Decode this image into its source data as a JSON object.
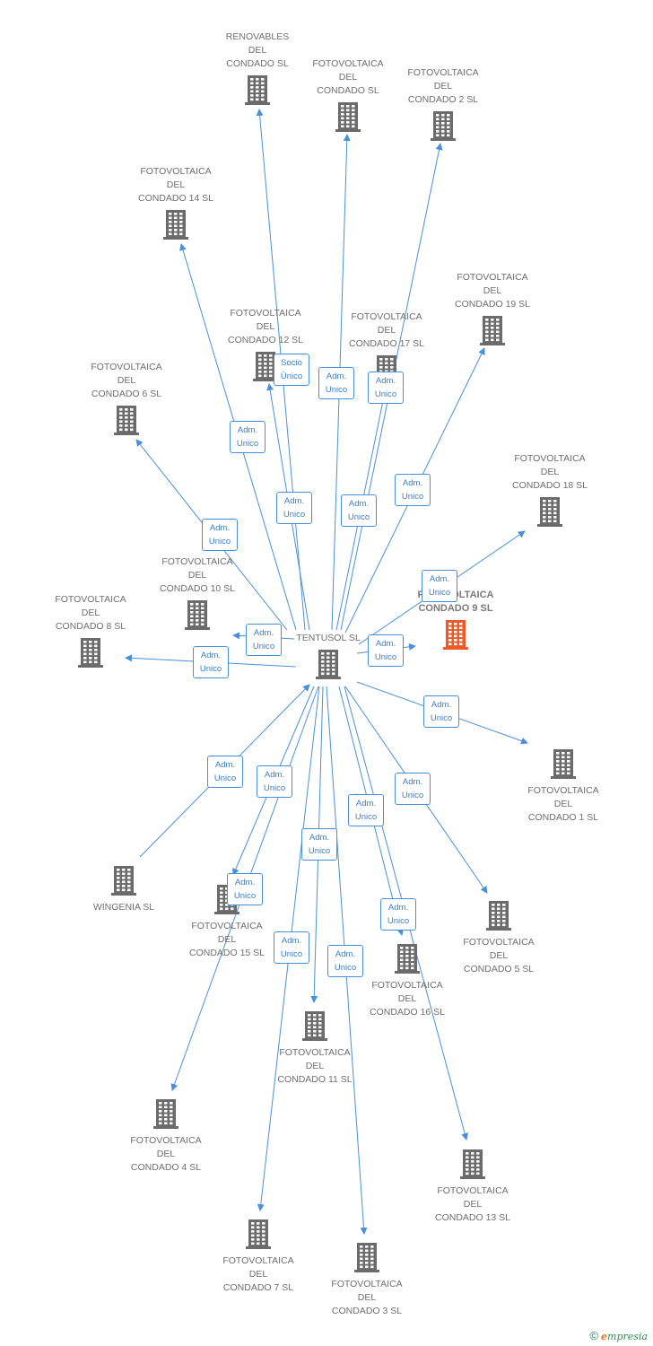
{
  "colors": {
    "edge": "#4a90d9",
    "node_icon": "#6b6b6b",
    "highlight_icon": "#f05a28",
    "label_border": "#4a90d9",
    "label_text": "#3c7fc8"
  },
  "center": {
    "id": "tentusol",
    "label": "TENTUSOL SL"
  },
  "nodes": [
    {
      "id": "renovables",
      "label": "RENOVABLES\nDEL\nCONDADO SL"
    },
    {
      "id": "fv",
      "label": "FOTOVOLTAICA\nDEL\nCONDADO SL"
    },
    {
      "id": "fv2",
      "label": "FOTOVOLTAICA\nDEL\nCONDADO 2 SL"
    },
    {
      "id": "fv14",
      "label": "FOTOVOLTAICA\nDEL\nCONDADO 14 SL"
    },
    {
      "id": "fv19",
      "label": "FOTOVOLTAICA\nDEL\nCONDADO 19 SL"
    },
    {
      "id": "fv12",
      "label": "FOTOVOLTAICA\nDEL\nCONDADO 12 SL"
    },
    {
      "id": "fv17",
      "label": "FOTOVOLTAICA\nDEL\nCONDADO 17 SL"
    },
    {
      "id": "fv6",
      "label": "FOTOVOLTAICA\nDEL\nCONDADO 6 SL"
    },
    {
      "id": "fv18",
      "label": "FOTOVOLTAICA\nDEL\nCONDADO 18 SL"
    },
    {
      "id": "fv10",
      "label": "FOTOVOLTAICA\nDEL\nCONDADO 10 SL"
    },
    {
      "id": "fv9",
      "label": "FOTOVOLTAICA\nCONDADO 9 SL",
      "highlight": true
    },
    {
      "id": "fv8",
      "label": "FOTOVOLTAICA\nDEL\nCONDADO 8 SL"
    },
    {
      "id": "fv1",
      "label": "FOTOVOLTAICA\nDEL\nCONDADO 1 SL"
    },
    {
      "id": "wingenia",
      "label": "WINGENIA SL"
    },
    {
      "id": "fv15",
      "label": "FOTOVOLTAICA\nDEL\nCONDADO 15 SL"
    },
    {
      "id": "fv5",
      "label": "FOTOVOLTAICA\nDEL\nCONDADO 5 SL"
    },
    {
      "id": "fv16",
      "label": "FOTOVOLTAICA\nDEL\nCONDADO 16 SL"
    },
    {
      "id": "fv11",
      "label": "FOTOVOLTAICA\nDEL\nCONDADO 11 SL"
    },
    {
      "id": "fv4",
      "label": "FOTOVOLTAICA\nDEL\nCONDADO 4 SL"
    },
    {
      "id": "fv13",
      "label": "FOTOVOLTAICA\nDEL\nCONDADO 13 SL"
    },
    {
      "id": "fv7",
      "label": "FOTOVOLTAICA\nDEL\nCONDADO 7 SL"
    },
    {
      "id": "fv3",
      "label": "FOTOVOLTAICA\nDEL\nCONDADO 3 SL"
    }
  ],
  "edges": [
    {
      "from": "tentusol",
      "to": "renovables",
      "label": "Socio\nÚnico"
    },
    {
      "from": "tentusol",
      "to": "fv",
      "label": "Adm.\nUnico"
    },
    {
      "from": "tentusol",
      "to": "fv2",
      "label": "Adm.\nUnico"
    },
    {
      "from": "tentusol",
      "to": "fv14",
      "label": "Adm.\nUnico"
    },
    {
      "from": "tentusol",
      "to": "fv19",
      "label": "Adm.\nUnico"
    },
    {
      "from": "tentusol",
      "to": "fv12",
      "label": "Adm.\nUnico"
    },
    {
      "from": "tentusol",
      "to": "fv17",
      "label": "Adm.\nUnico"
    },
    {
      "from": "tentusol",
      "to": "fv6",
      "label": "Adm.\nUnico"
    },
    {
      "from": "tentusol",
      "to": "fv18",
      "label": "Adm.\nUnico"
    },
    {
      "from": "tentusol",
      "to": "fv10",
      "label": "Adm.\nUnico"
    },
    {
      "from": "tentusol",
      "to": "fv9",
      "label": "Adm.\nUnico"
    },
    {
      "from": "tentusol",
      "to": "fv8",
      "label": "Adm.\nUnico"
    },
    {
      "from": "tentusol",
      "to": "fv1",
      "label": "Adm.\nUnico"
    },
    {
      "from": "wingenia",
      "to": "tentusol",
      "label": "Adm.\nUnico"
    },
    {
      "from": "tentusol",
      "to": "fv15",
      "label": "Adm.\nUnico"
    },
    {
      "from": "tentusol",
      "to": "fv5",
      "label": "Adm.\nUnico"
    },
    {
      "from": "tentusol",
      "to": "fv16",
      "label": "Adm.\nUnico"
    },
    {
      "from": "tentusol",
      "to": "fv11",
      "label": "Adm.\nUnico"
    },
    {
      "from": "tentusol",
      "to": "fv4",
      "label": "Adm.\nUnico"
    },
    {
      "from": "tentusol",
      "to": "fv13",
      "label": "Adm.\nUnico"
    },
    {
      "from": "tentusol",
      "to": "fv7",
      "label": "Adm.\nUnico"
    },
    {
      "from": "tentusol",
      "to": "fv3",
      "label": "Adm.\nUnico"
    }
  ],
  "footer": {
    "copyright": "©",
    "brand_initial": "e",
    "brand_rest": "mpresia"
  }
}
